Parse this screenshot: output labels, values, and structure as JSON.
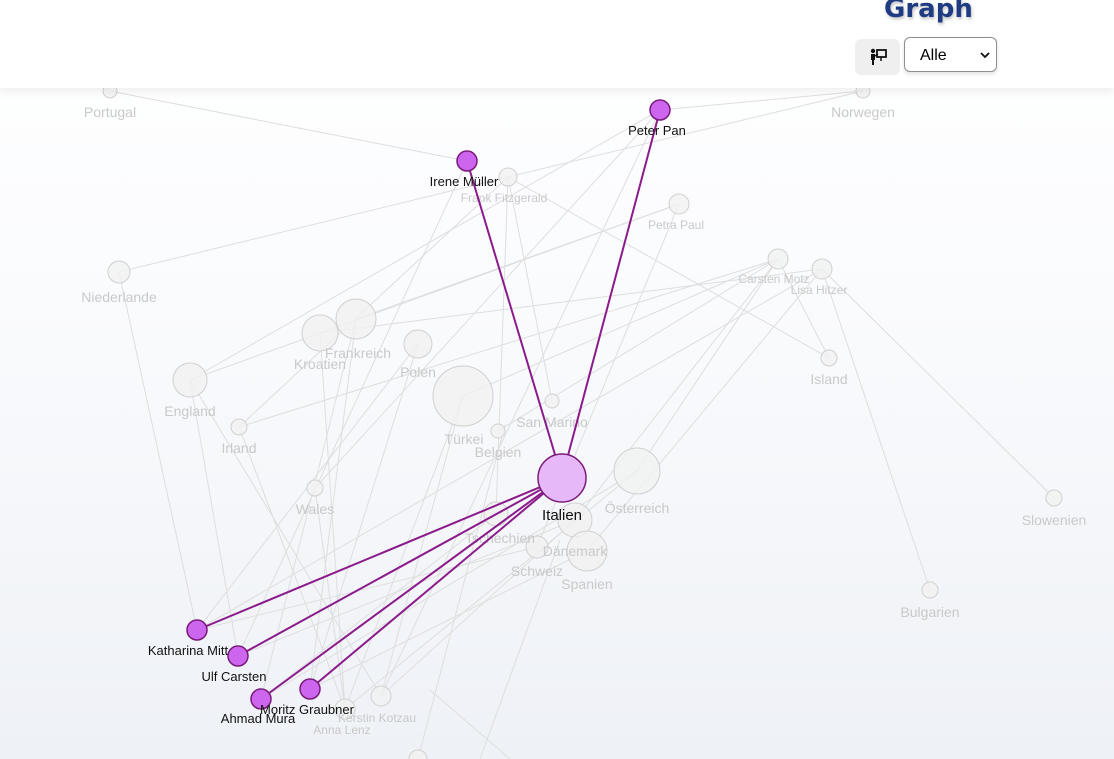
{
  "header": {
    "title": "Graph",
    "filter_icon": "person-board-icon",
    "filter_select": {
      "selected": "Alle",
      "options": [
        "Alle"
      ]
    }
  },
  "colors": {
    "title": "#1f3b82",
    "active_edge": "#8b1a8b",
    "active_node_fill": "#cc66ee",
    "active_node_stroke": "#7a1b7a",
    "center_node_fill": "#e6b8f7",
    "faded_edge": "#dedede",
    "faded_node_fill": "#f1f1f1",
    "faded_node_stroke": "#d0d0d0",
    "faded_label": "#c9c9c9"
  },
  "graph": {
    "center": {
      "id": "italien",
      "label": "Italien"
    },
    "active_nodes": [
      {
        "id": "peter-pan",
        "label": "Peter Pan"
      },
      {
        "id": "irene-mueller",
        "label": "Irene Müller"
      },
      {
        "id": "katharina-mitt",
        "label": "Katharina Mitt"
      },
      {
        "id": "ulf-carsten",
        "label": "Ulf Carsten"
      },
      {
        "id": "ahmad-mura",
        "label": "Ahmad Mura"
      },
      {
        "id": "moritz-graubner",
        "label": "Moritz Graubner"
      }
    ],
    "faded_nodes": [
      {
        "id": "portugal",
        "label": "Portugal"
      },
      {
        "id": "norwegen",
        "label": "Norwegen"
      },
      {
        "id": "frank-fitzgerald",
        "label": "Frank Fitzgerald"
      },
      {
        "id": "petra-paul",
        "label": "Petra Paul"
      },
      {
        "id": "carsten-motz",
        "label": "Carsten Motz"
      },
      {
        "id": "lisa-hitzer",
        "label": "Lisa Hitzer"
      },
      {
        "id": "niederlande",
        "label": "Niederlande"
      },
      {
        "id": "frankreich",
        "label": "Frankreich"
      },
      {
        "id": "kroatien",
        "label": "Kroatien"
      },
      {
        "id": "polen",
        "label": "Polen"
      },
      {
        "id": "island",
        "label": "Island"
      },
      {
        "id": "england",
        "label": "England"
      },
      {
        "id": "tuerkei",
        "label": "Türkei"
      },
      {
        "id": "san-marino",
        "label": "San Marino"
      },
      {
        "id": "irland",
        "label": "Irland"
      },
      {
        "id": "belgien",
        "label": "Belgien"
      },
      {
        "id": "oesterreich",
        "label": "Österreich"
      },
      {
        "id": "wales",
        "label": "Wales"
      },
      {
        "id": "slowenien",
        "label": "Slowenien"
      },
      {
        "id": "tschechien",
        "label": "Tschechien"
      },
      {
        "id": "daenemark",
        "label": "Dänemark"
      },
      {
        "id": "schweiz",
        "label": "Schweiz"
      },
      {
        "id": "spanien",
        "label": "Spanien"
      },
      {
        "id": "bulgarien",
        "label": "Bulgarien"
      },
      {
        "id": "kerstin-kotzau",
        "label": "Kerstin Kotzau"
      },
      {
        "id": "anna-lenz",
        "label": "Anna Lenz"
      }
    ]
  }
}
